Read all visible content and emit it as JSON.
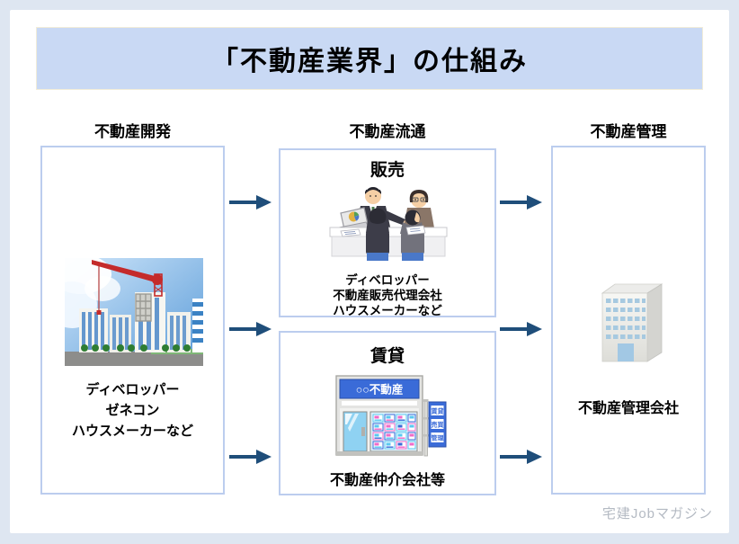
{
  "page": {
    "title": "「不動産業界」の仕組み",
    "watermark": "宅建Jobマガジン"
  },
  "colors": {
    "page_bg": "#dee6f1",
    "card_bg": "#ffffff",
    "banner_bg": "#c9d9f4",
    "box_border": "#bccdee",
    "arrow": "#1f4e7a",
    "storefront_blue": "#3a6bd8",
    "watermark_gray": "#b4bac3"
  },
  "columns": {
    "development": {
      "heading": "不動産開発",
      "box": {
        "image": "city-construction-illustration",
        "lines": [
          "ディベロッパー",
          "ゼネコン",
          "ハウスメーカーなど"
        ]
      }
    },
    "distribution": {
      "heading": "不動産流通",
      "sales_box": {
        "title": "販売",
        "image": "sales-consultation-illustration",
        "lines": [
          "ディベロッパー",
          "不動産販売代理会社",
          "ハウスメーカーなど"
        ]
      },
      "rental_box": {
        "title": "賃貸",
        "image": "agency-storefront-illustration",
        "storefront_sign": "○○不動産",
        "banner_labels": [
          "賃貸",
          "売買",
          "管理"
        ],
        "caption": "不動産仲介会社等"
      }
    },
    "management": {
      "heading": "不動産管理",
      "box": {
        "image": "office-building-icon",
        "caption": "不動産管理会社"
      }
    }
  }
}
